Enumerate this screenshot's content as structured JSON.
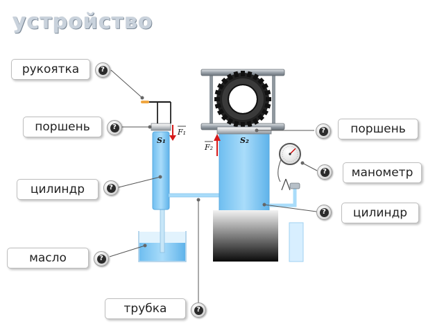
{
  "title": "устройство",
  "diagram": {
    "force_small": "F₁",
    "force_large": "F₂",
    "area_small": "S₁",
    "area_large": "S₂"
  },
  "labels": {
    "handle": "рукоятка",
    "small_piston": "поршень",
    "large_piston": "поршень",
    "manometer": "манометр",
    "small_cylinder": "цилиндр",
    "large_cylinder": "цилиндр",
    "oil": "масло",
    "tube": "трубка"
  },
  "help_glyph": "?",
  "colors": {
    "liquid": "#8ecff5",
    "liquid_dark": "#5aaee3",
    "frame": "#9aa3ab",
    "force_arrow": "#d61a1a"
  }
}
